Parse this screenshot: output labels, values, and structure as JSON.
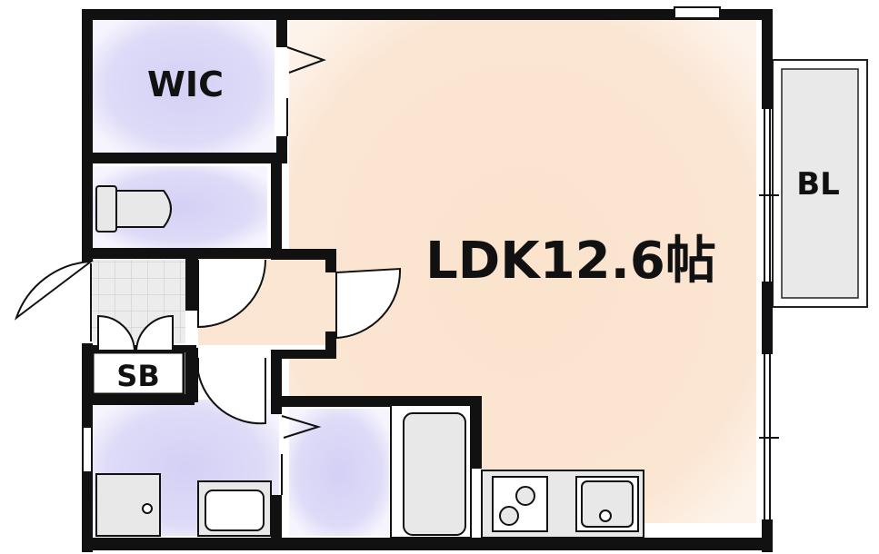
{
  "floorplan": {
    "rooms": {
      "wic": {
        "label": "WIC"
      },
      "balcony": {
        "label": "BL"
      },
      "ldk": {
        "label": "LDK12.6帖"
      },
      "shoe_box": {
        "label": "SB"
      }
    }
  },
  "colors": {
    "wall": "#111111",
    "ldk_floor": "#fbe6d2",
    "closet_floor": "#d8d5f6",
    "closet_glow": "#ece9fb",
    "balcony_floor": "#e9e9e9",
    "fixture_fill": "#e8e8e8",
    "entry_tile": "#dcdcdc",
    "background": "#ffffff"
  }
}
